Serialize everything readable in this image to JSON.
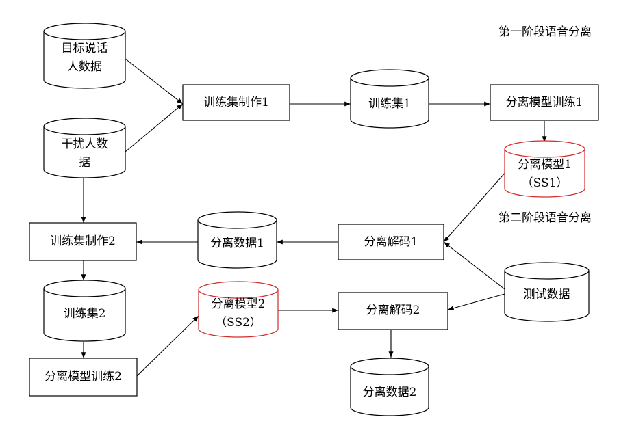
{
  "nodes": {
    "target_speaker_data": {
      "line1": "目标说话",
      "line2": "人数据",
      "shape": "cylinder"
    },
    "interference_data": {
      "line1": "干扰人数",
      "line2": "据",
      "shape": "cylinder"
    },
    "trainset_make_1": {
      "label": "训练集制作1",
      "shape": "box"
    },
    "trainset_1": {
      "label": "训练集1",
      "shape": "cylinder"
    },
    "model_train_1": {
      "label": "分离模型训练1",
      "shape": "box"
    },
    "model_1": {
      "line1": "分离模型1",
      "line2": "（SS1）",
      "shape": "cylinder",
      "outline_color": "#d42a2a"
    },
    "decode_1": {
      "label": "分离解码1",
      "shape": "box"
    },
    "separated_data_1": {
      "label": "分离数据1",
      "shape": "cylinder"
    },
    "trainset_make_2": {
      "label": "训练集制作2",
      "shape": "box"
    },
    "trainset_2": {
      "label": "训练集2",
      "shape": "cylinder"
    },
    "model_train_2": {
      "label": "分离模型训练2",
      "shape": "box"
    },
    "model_2": {
      "line1": "分离模型2",
      "line2": "（SS2）",
      "shape": "cylinder",
      "outline_color": "#d42a2a"
    },
    "decode_2": {
      "label": "分离解码2",
      "shape": "box"
    },
    "test_data": {
      "label": "测试数据",
      "shape": "cylinder"
    },
    "separated_data_2": {
      "label": "分离数据2",
      "shape": "cylinder"
    }
  },
  "stage_labels": {
    "stage1": "第一阶段语音分离",
    "stage2": "第二阶段语音分离"
  },
  "edges": [
    [
      "target_speaker_data",
      "trainset_make_1"
    ],
    [
      "interference_data",
      "trainset_make_1"
    ],
    [
      "trainset_make_1",
      "trainset_1"
    ],
    [
      "trainset_1",
      "model_train_1"
    ],
    [
      "model_train_1",
      "model_1"
    ],
    [
      "model_1",
      "decode_1"
    ],
    [
      "test_data",
      "decode_1"
    ],
    [
      "test_data",
      "decode_2"
    ],
    [
      "decode_1",
      "separated_data_1"
    ],
    [
      "separated_data_1",
      "trainset_make_2"
    ],
    [
      "interference_data",
      "trainset_make_2"
    ],
    [
      "trainset_make_2",
      "trainset_2"
    ],
    [
      "trainset_2",
      "model_train_2"
    ],
    [
      "model_train_2",
      "model_2"
    ],
    [
      "model_2",
      "decode_2"
    ],
    [
      "decode_2",
      "separated_data_2"
    ]
  ],
  "colors": {
    "line": "#000000",
    "model_outline": "#d42a2a",
    "background": "#ffffff"
  }
}
